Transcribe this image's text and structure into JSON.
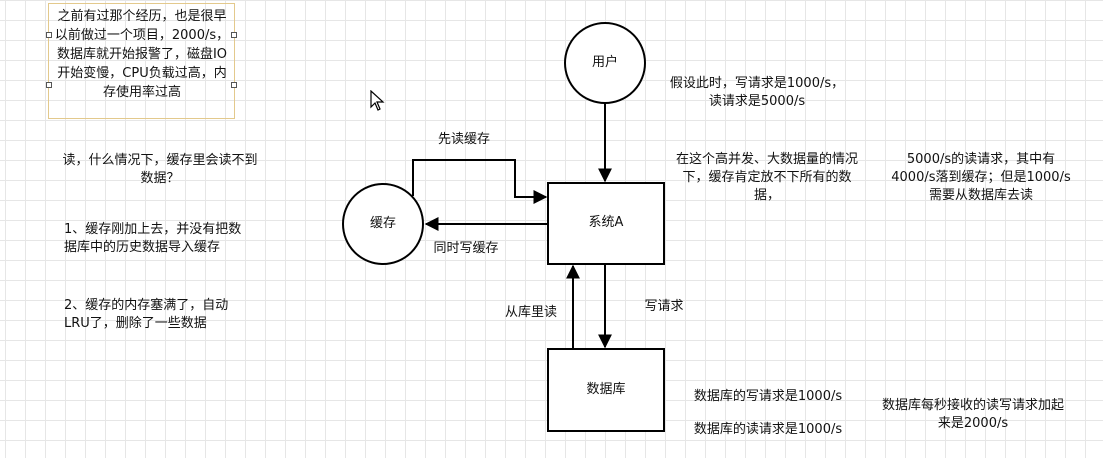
{
  "nodes": {
    "user": "用户",
    "cache": "缓存",
    "system": "系统A",
    "database": "数据库"
  },
  "edges": {
    "read_cache_first": "先读缓存",
    "write_cache_meanwhile": "同时写缓存",
    "read_from_db": "从库里读",
    "write_request": "写请求"
  },
  "notes": {
    "history": "之前有过那个经历，也是很早以前做过一个项目，2000/s，数据库就开始报警了，磁盘IO开始变慢，CPU负载过高，内存使用率过高",
    "question": "读，什么情况下，缓存里会读不到数据？",
    "reason_1": "1、缓存刚加上去，并没有把数据库中的历史数据导入缓存",
    "reason_2": "2、缓存的内存塞满了，自动LRU了，删除了一些数据",
    "assumption": "假设此时，写请求是1000/s，读请求是5000/s",
    "high_concurrency": "在这个高并发、大数据量的情况下，缓存肯定放不下所有的数据，",
    "read_split": "5000/s的读请求，其中有4000/s落到缓存；但是1000/s需要从数据库去读",
    "db_write": "数据库的写请求是1000/s",
    "db_read": "数据库的读请求是1000/s",
    "db_total": "数据库每秒接收的读写请求加起来是2000/s"
  }
}
